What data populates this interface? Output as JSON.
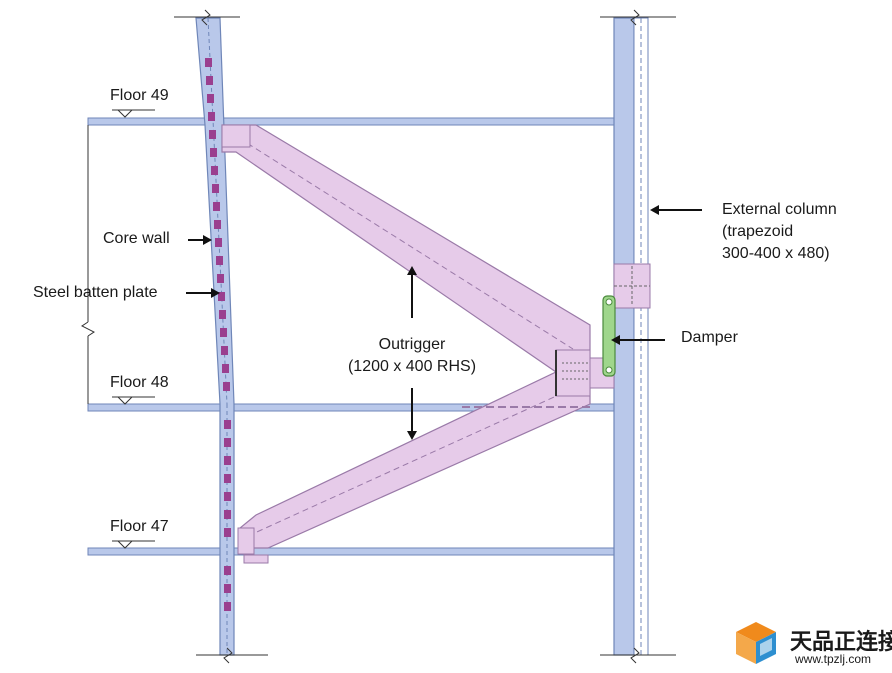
{
  "floors": [
    {
      "id": "floor-49",
      "label": "Floor 49"
    },
    {
      "id": "floor-48",
      "label": "Floor 48"
    },
    {
      "id": "floor-47",
      "label": "Floor 47"
    }
  ],
  "labels": {
    "core_wall": "Core wall",
    "steel_batten_plate": "Steel batten plate",
    "outrigger_line1": "Outrigger",
    "outrigger_line2": "(1200 x 400 RHS)",
    "external_column_line1": "External column",
    "external_column_line2": "(trapezoid",
    "external_column_line3": "300-400 x 480)",
    "damper": "Damper"
  },
  "watermark": {
    "name": "天品正连接",
    "url": "www.tpzlj.com"
  },
  "colors": {
    "structure_fill": "#b9c8ea",
    "structure_stroke": "#6f86b8",
    "outrigger_fill": "#e6cbe9",
    "outrigger_stroke": "#9a7aa8",
    "batten_plate": "#9a3f8f",
    "damper_fill": "#9fd68c",
    "damper_stroke": "#4a8a3c",
    "logo_orange": "#f08a1c",
    "logo_blue": "#2e8fd0"
  }
}
